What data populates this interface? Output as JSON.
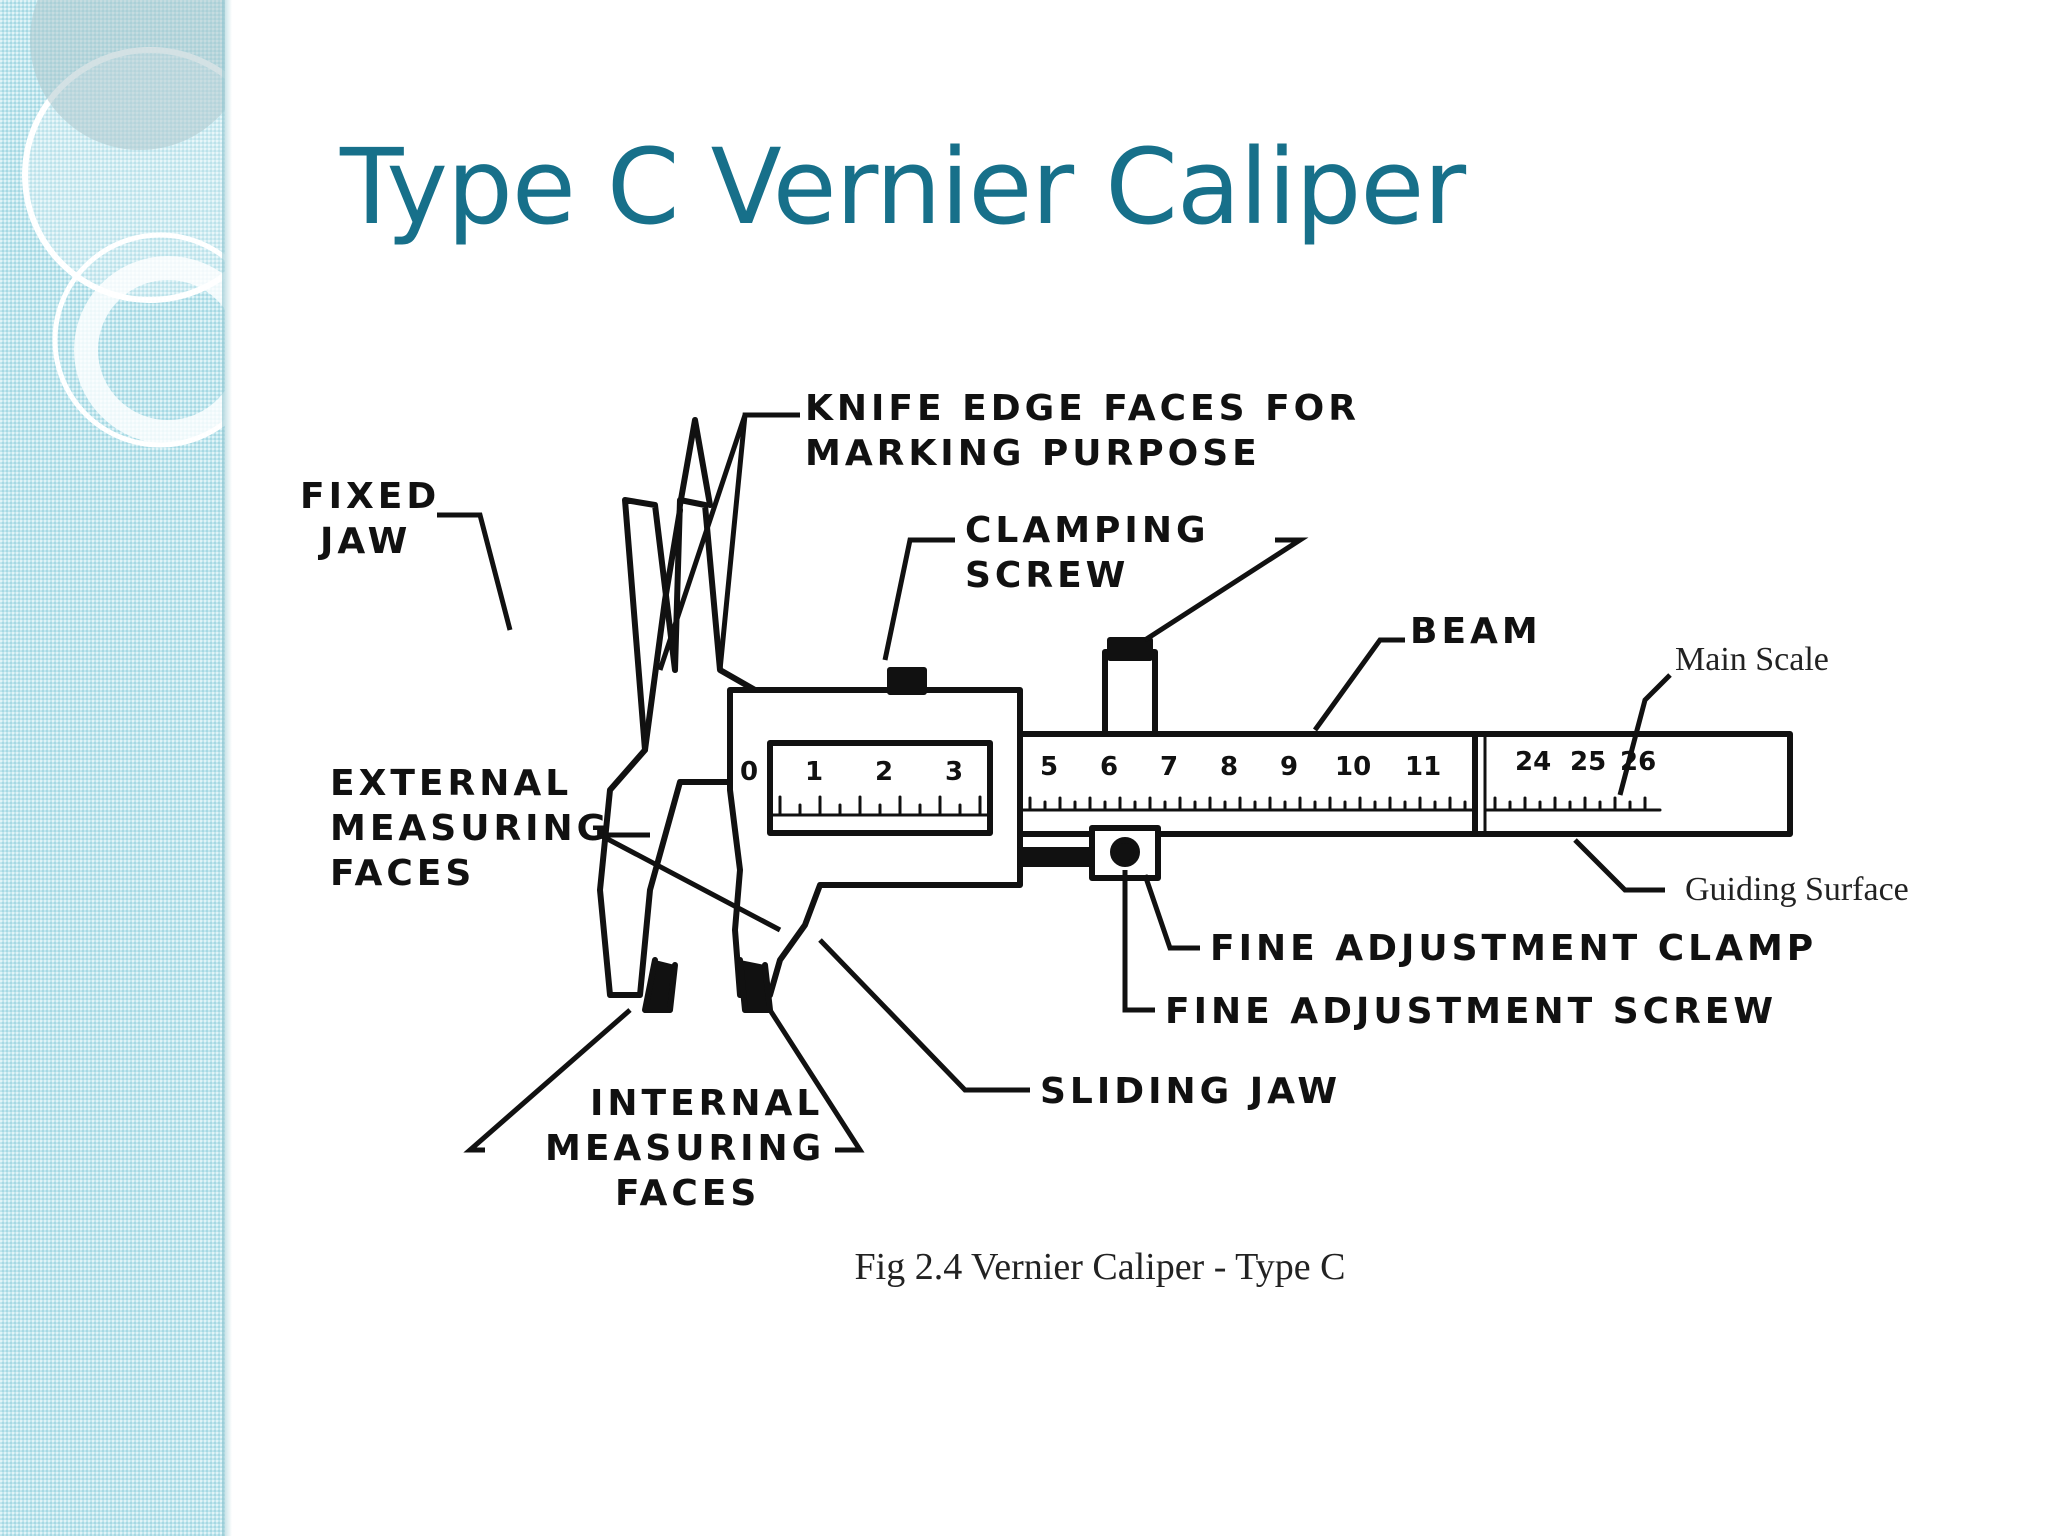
{
  "slide": {
    "title": "Type C Vernier Caliper",
    "title_color": "#17708a",
    "sidebar_color": "#bfe6ee"
  },
  "diagram": {
    "labels": {
      "knife_edge_1": "KNIFE EDGE FACES FOR",
      "knife_edge_2": "MARKING PURPOSE",
      "fixed_jaw_1": "FIXED",
      "fixed_jaw_2": "JAW",
      "clamping_screw_1": "CLAMPING",
      "clamping_screw_2": "SCREW",
      "beam": "BEAM",
      "main_scale": "Main Scale",
      "external_1": "EXTERNAL",
      "external_2": "MEASURING",
      "external_3": "FACES",
      "guiding_surface": "Guiding Surface",
      "fine_adjustment_clamp": "FINE ADJUSTMENT CLAMP",
      "fine_adjustment_screw": "FINE ADJUSTMENT SCREW",
      "sliding_jaw": "SLIDING JAW",
      "internal_1": "INTERNAL",
      "internal_2": "MEASURING",
      "internal_3": "FACES"
    },
    "vernier_numbers": [
      "0",
      "1",
      "2",
      "3"
    ],
    "main_scale_numbers": [
      "5",
      "6",
      "7",
      "8",
      "9",
      "10",
      "11",
      "24",
      "25",
      "26"
    ],
    "caption": "Fig 2.4 Vernier Caliper - Type C"
  }
}
